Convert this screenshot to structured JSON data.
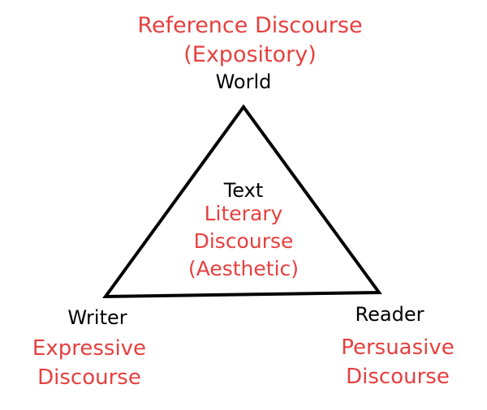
{
  "vertices": {
    "top": {
      "name": "World",
      "discourse": [
        "Reference Discourse",
        "(Expository)"
      ]
    },
    "center": {
      "name": "Text",
      "discourse": [
        "Literary",
        "Discourse",
        "(Aesthetic)"
      ]
    },
    "left": {
      "name": "Writer",
      "discourse": [
        "Expressive",
        "Discourse"
      ]
    },
    "right": {
      "name": "Reader",
      "discourse": [
        "Persuasive",
        "Discourse"
      ]
    }
  },
  "colors": {
    "discourse_text": "#e5403f",
    "name_text": "#000000",
    "triangle_stroke": "#000000"
  }
}
